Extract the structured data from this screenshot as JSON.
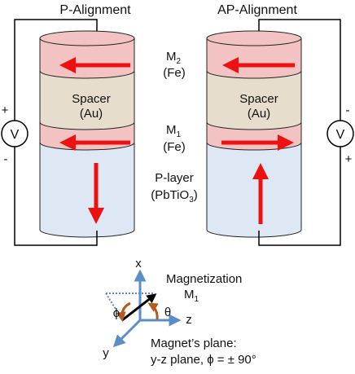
{
  "titles": {
    "left": "P-Alignment",
    "right": "AP-Alignment"
  },
  "layers": {
    "m2_name": "M",
    "m2_sub": "2",
    "m2_material": "(Fe)",
    "spacer_name": "Spacer",
    "spacer_material": "(Au)",
    "m1_name": "M",
    "m1_sub": "1",
    "m1_material": "(Fe)",
    "player_name": "P-layer",
    "player_formula_a": "(PbTiO",
    "player_formula_sub": "3",
    "player_formula_b": ")"
  },
  "circuit": {
    "meter_symbol": "V",
    "left_plus": "+",
    "left_minus": "-",
    "right_minus": "-",
    "right_plus": "+"
  },
  "axes": {
    "x": "x",
    "y": "y",
    "z": "z",
    "phi": "ϕ",
    "theta": "θ",
    "magnetization": "Magnetization",
    "m1_name": "M",
    "m1_sub": "1",
    "plane_line1": "Magnet’s plane:",
    "plane_line2": "y-z plane, ϕ = ± 90°"
  },
  "colors": {
    "magnet_layer": "#f3c3c3",
    "spacer_layer": "#e6ddcd",
    "p_layer": "#dde8f4",
    "arrow": "#ee1111",
    "axis": "#5b8ec8",
    "angle_arc": "#b35a1f",
    "outline": "#222222"
  }
}
